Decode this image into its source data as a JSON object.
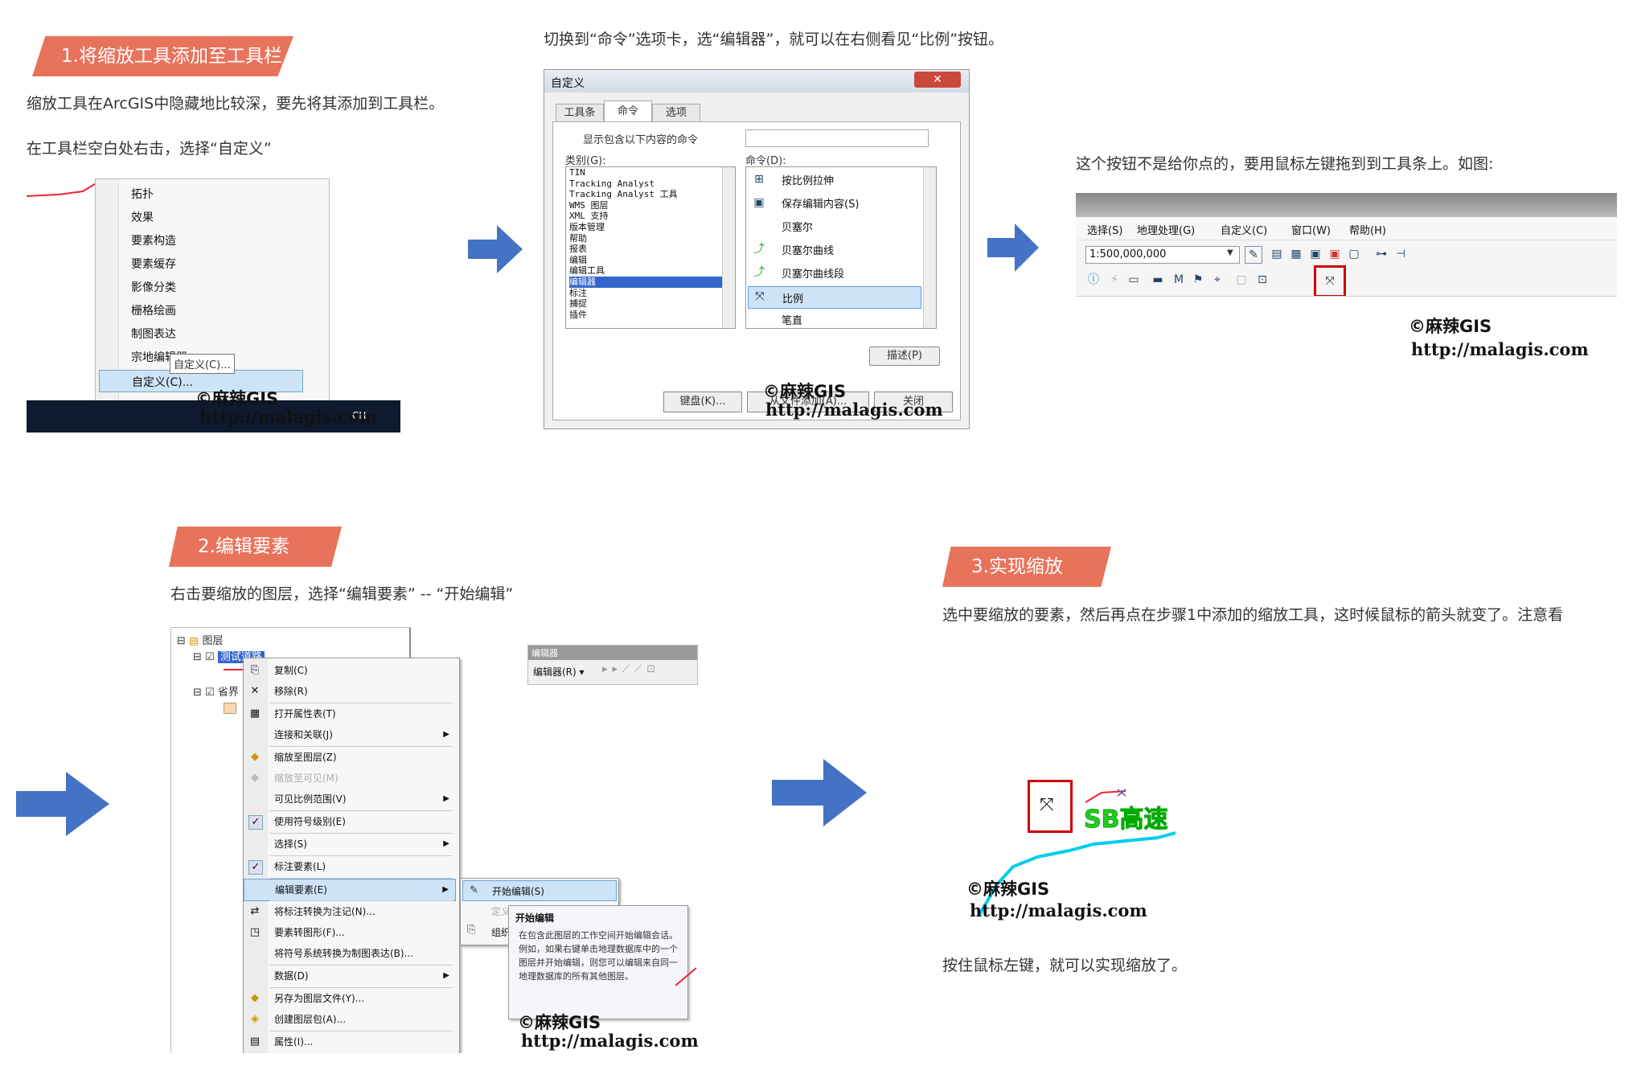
{
  "step1": {
    "banner": "1.将缩放工具添加至工具栏",
    "desc1": "缩放工具在ArcGIS中隐藏地比较深，要先将其添加到工具栏。",
    "desc2": "在工具栏空白处右击，选择“自定义”",
    "menu_items": [
      "拓扑",
      "效果",
      "要素构造",
      "要素缓存",
      "影像分类",
      "栅格绘画",
      "制图表达",
      "宗地编辑器",
      "自定义(C)..."
    ],
    "tooltip": "自定义(C)...",
    "taskbar_text": "CH"
  },
  "step1b": {
    "caption": "切换到“命令”选项卡，选“编辑器”，就可以在右侧看见“比例”按钮。",
    "dialog_title": "自定义",
    "tabs": [
      "工具条",
      "命令",
      "选项"
    ],
    "show_label": "显示包含以下内容的命令",
    "category_label": "类别(G):",
    "command_label": "命令(D):",
    "categories": [
      "TIN",
      "Tracking Analyst",
      "Tracking Analyst 工具",
      "WMS 图层",
      "XML 支持",
      "版本管理",
      "帮助",
      "报表",
      "编辑",
      "编辑工具",
      "编辑器",
      "标注",
      "捕捉",
      "插件"
    ],
    "commands": [
      "按比例拉伸",
      "保存编辑内容(S)",
      "贝塞尔",
      "贝塞尔曲线",
      "贝塞尔曲线段",
      "比例",
      "笔直"
    ],
    "describe_btn": "描述(P)",
    "keyboard_btn": "键盘(K)...",
    "addfile_btn": "从文件添加(A)...",
    "close_btn": "关闭"
  },
  "step1c": {
    "caption": "这个按钮不是给你点的，要用鼠标左键拖到到工具条上。如图:",
    "menubar": [
      "选择(S)",
      "地理处理(G)",
      "自定义(C)",
      "窗口(W)",
      "帮助(H)"
    ],
    "scale": "1:500,000,000"
  },
  "step2": {
    "banner": "2.编辑要素",
    "caption": "右击要缩放的图层，选择“编辑要素” -- “开始编辑”",
    "toc_root": "图层",
    "toc_layer": "测试道路",
    "toc_layer2": "省界",
    "context_items": [
      "复制(C)",
      "移除(R)",
      "打开属性表(T)",
      "连接和关联(J)",
      "缩放至图层(Z)",
      "缩放至可见(M)",
      "可见比例范围(V)",
      "使用符号级别(E)",
      "选择(S)",
      "标注要素(L)",
      "编辑要素(E)",
      "将标注转换为注记(N)...",
      "要素转图形(F)...",
      "将符号系统转换为制图表达(B)...",
      "数据(D)",
      "另存为图层文件(Y)...",
      "创建图层包(A)...",
      "属性(I)..."
    ],
    "submenu": [
      "开始编辑(S)",
      "定义新要素类型(N)...",
      "组织要素模板(O)..."
    ],
    "submenu3_short": "组织",
    "editor_title": "编辑器",
    "editor_btn": "编辑器(R) ▾",
    "tip_title": "开始编辑",
    "tip_body": "在包含此图层的工作空间开始编辑会话。例如，如果右键单击地理数据库中的一个图层并开始编辑，则您可以编辑来自同一地理数据库的所有其他图层。"
  },
  "step3": {
    "banner": "3.实现缩放",
    "caption": "选中要缩放的要素，然后再点在步骤1中添加的缩放工具，这时候鼠标的箭头就变了。注意看",
    "map_label": "SB高速",
    "footer": "按住鼠标左键，就可以实现缩放了。"
  },
  "watermark": {
    "name": "©麻辣GIS",
    "url": "http://malagis.com"
  },
  "colors": {
    "banner": "#e8735b",
    "arrow": "#4472c4",
    "highlight": "#cc0000",
    "road": "#00ccee"
  }
}
